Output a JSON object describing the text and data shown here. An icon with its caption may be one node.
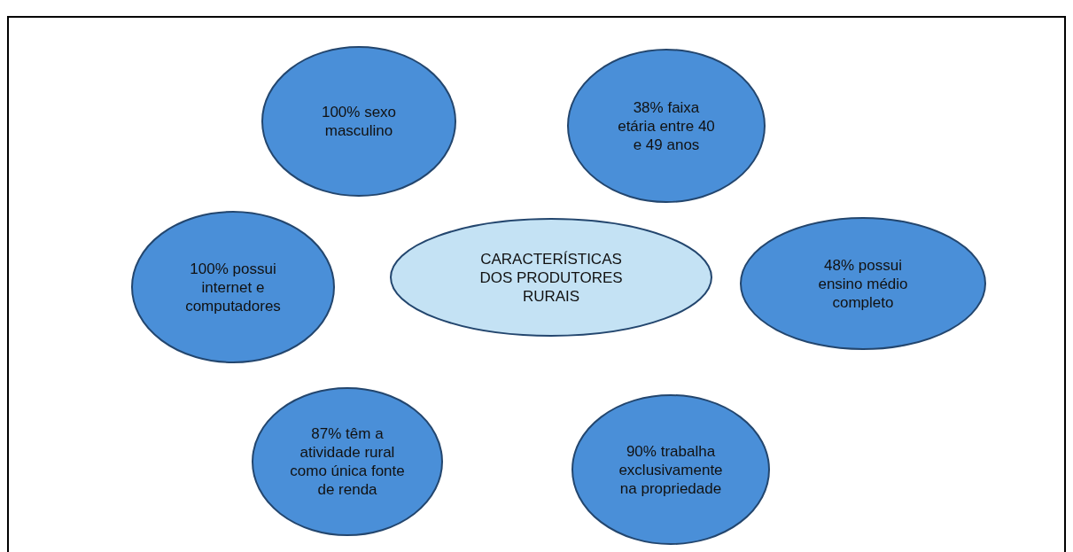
{
  "diagram": {
    "nodes": [
      {
        "text": [
          "100% sexo masculino"
        ]
      },
      {
        "text": [
          "38% faixa etária entre 40 e 49 anos"
        ]
      },
      {
        "text": [
          "100% possui internet e computadores"
        ]
      },
      {
        "text": [
          "CARACTERÍSTICAS DOS PRODUTORES RURAIS"
        ]
      },
      {
        "text": [
          "48% possui ensino médio completo"
        ]
      },
      {
        "text": [
          "87% têm a atividade rural como única fonte de renda"
        ]
      },
      {
        "text": [
          "90% trabalha exclusivamente na propriedade"
        ]
      }
    ]
  }
}
